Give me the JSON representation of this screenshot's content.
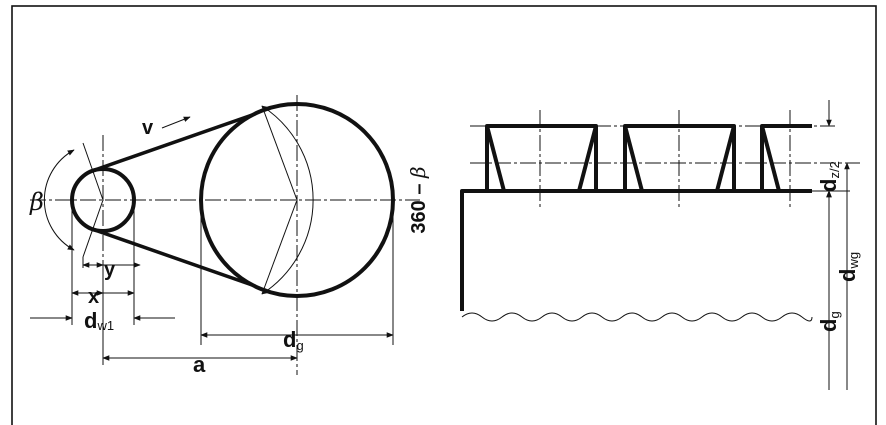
{
  "pulley_diagram": {
    "speed": "v",
    "angle": "β",
    "wrap_angle_main": "360 – ",
    "wrap_angle_symbol": "β",
    "offset_y": "y",
    "offset_x": "x",
    "small_diameter_main": "d",
    "small_diameter_sub": "w1",
    "center_distance": "a",
    "large_diameter_main": "d",
    "large_diameter_sub": "g"
  },
  "belt_section": {
    "half_height_main": "d",
    "half_height_sub": "z/2",
    "pitch_diameter_main": "d",
    "pitch_diameter_sub": "wg",
    "outer_diameter_main": "d",
    "outer_diameter_sub": "g"
  }
}
